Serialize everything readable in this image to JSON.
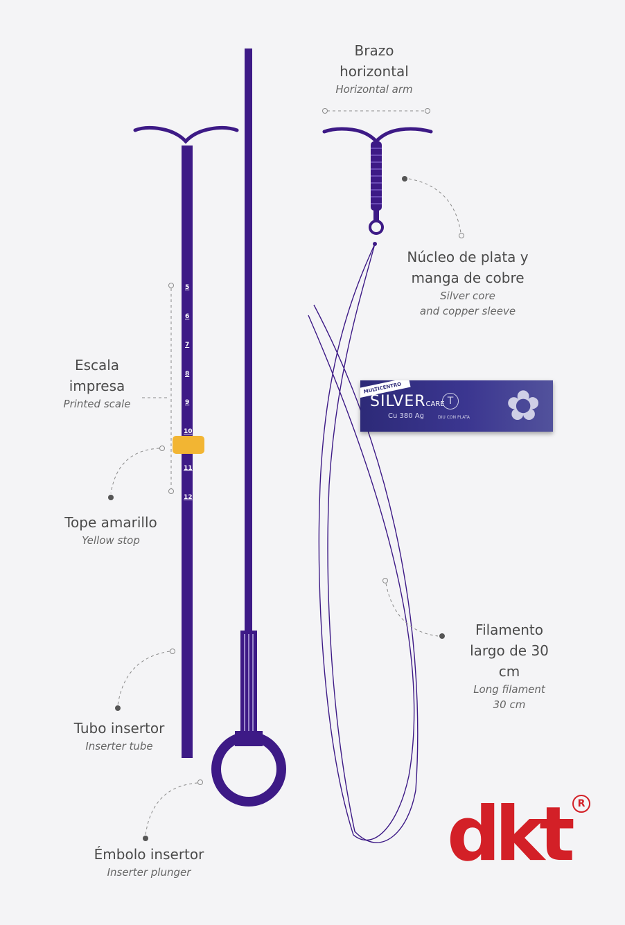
{
  "labels": {
    "horizontal_arm": {
      "es_line1": "Brazo",
      "es_line2": "horizontal",
      "en": "Horizontal arm"
    },
    "core": {
      "es_line1": "Núcleo de plata y",
      "es_line2": "manga de cobre",
      "en_line1": "Silver core",
      "en_line2": "and copper sleeve"
    },
    "scale": {
      "es_line1": "Escala",
      "es_line2": "impresa",
      "en": "Printed scale"
    },
    "yellow_stop": {
      "es": "Tope amarillo",
      "en": "Yellow stop"
    },
    "filament": {
      "es_line1": "Filamento",
      "es_line2": "largo de 30",
      "es_line3": "cm",
      "en_line1": "Long filament",
      "en_line2": "30 cm"
    },
    "inserter_tube": {
      "es": "Tubo insertor",
      "en": "Inserter tube"
    },
    "plunger": {
      "es": "Émbolo insertor",
      "en": "Inserter plunger"
    }
  },
  "scale_marks": [
    "5",
    "6",
    "7",
    "8",
    "9",
    "10",
    "11",
    "12"
  ],
  "package": {
    "ribbon": "MULTICENTRO",
    "brand": "SILVER",
    "brand_suffix": "CARE",
    "sub": "Cu 380 Ag",
    "mini": "DIU CON PLATA",
    "maker": "dkt"
  },
  "logo": {
    "text": "dkt",
    "reg": "R"
  },
  "colors": {
    "device": "#3d1a86",
    "stop": "#f2b533",
    "logo": "#d32027",
    "dots": "#8a8a8a"
  }
}
